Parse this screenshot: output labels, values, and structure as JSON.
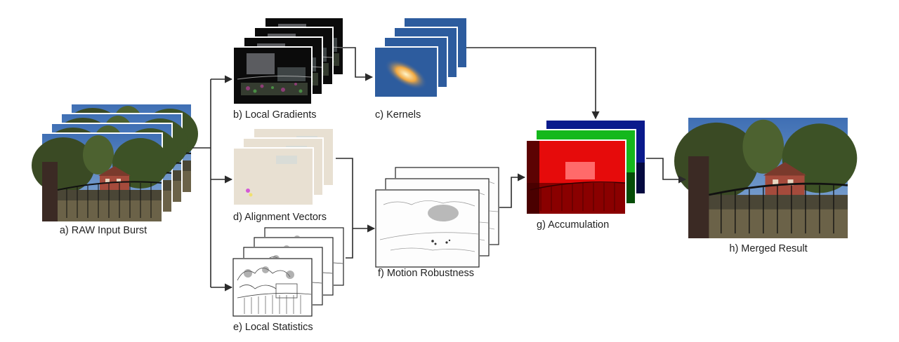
{
  "diagram": {
    "stages": {
      "raw_input": {
        "label": "a) RAW Input Burst"
      },
      "local_gradients": {
        "label": "b) Local Gradients"
      },
      "kernels": {
        "label": "c) Kernels"
      },
      "alignment_vectors": {
        "label": "d) Alignment Vectors"
      },
      "local_statistics": {
        "label": "e) Local Statistics"
      },
      "motion_robustness": {
        "label": "f) Motion Robustness"
      },
      "accumulation": {
        "label": "g) Accumulation"
      },
      "merged_result": {
        "label": "h) Merged Result"
      }
    }
  }
}
